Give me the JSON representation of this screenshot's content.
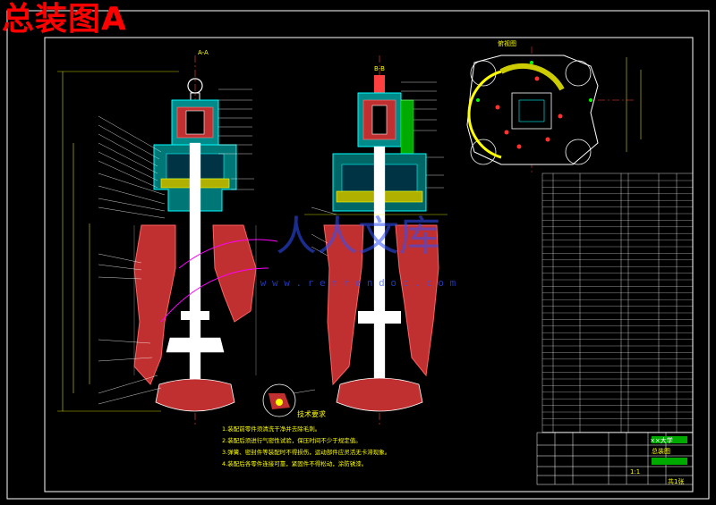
{
  "title": "总装图A",
  "watermark": {
    "chinese": "人人文库",
    "url": "w w w . r e n r e n d o c . c o m"
  },
  "section_marks": {
    "left_view": "A-A",
    "mid_view": "B-B",
    "top_view": "俯视图"
  },
  "technical_requirements": {
    "heading": "技术要求",
    "lines": [
      "1.装配前零件须清洗干净并去除毛刺。",
      "2.装配后须进行气密性试验，保压时间不少于规定值。",
      "3.弹簧、密封件等装配时不得损伤，运动部件应灵活无卡滞现象。",
      "4.装配后各零件连接可靠，紧固件不得松动，涂防锈漆。"
    ]
  },
  "title_block": {
    "company": "××大学",
    "drawing_name": "总装图",
    "scale": "1:1",
    "sheet": "共1张"
  },
  "colors": {
    "background": "#000000",
    "outline": "#ffffff",
    "title_red": "#ff0000",
    "cyan": "#00ffff",
    "red_section": "#c03030",
    "magenta": "#ff00ff",
    "yellow": "#ffff00",
    "green": "#00ff00",
    "blue": "#4040ff"
  }
}
